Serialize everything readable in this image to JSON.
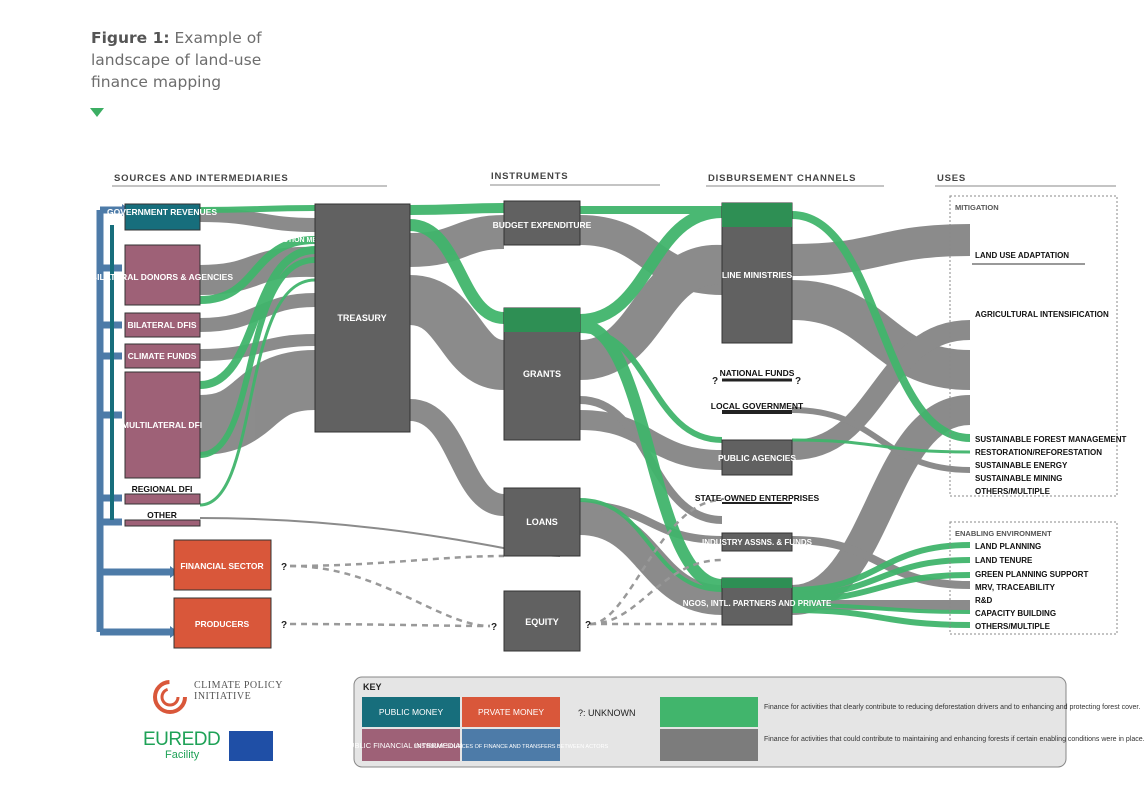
{
  "figure": {
    "label": "Figure 1:",
    "title": "Example of landscape of land-use finance mapping"
  },
  "columns": {
    "sources": "SOURCES AND INTERMEDIARIES",
    "instruments": "INSTRUMENTS",
    "channels": "DISBURSEMENT CHANNELS",
    "uses": "USES"
  },
  "sources": {
    "gov": "GOVERNMENT REVENUES",
    "bilateral": "BILATERAL DONORS & AGENCIES",
    "bilateral_dfis": "BILATERAL DFIS",
    "climate_funds": "CLIMATE FUNDS",
    "multilateral": "MULTILATERAL DFI",
    "regional": "REGIONAL DFI",
    "other": "OTHER",
    "financial_sector": "FINANCIAL SECTOR",
    "producers": "PRODUCERS",
    "debt_reduction": "DEBT REDUCTION MECHANISM",
    "treasury": "TREASURY"
  },
  "instruments": {
    "budget": "BUDGET EXPENDITURE",
    "grants": "GRANTS",
    "loans": "LOANS",
    "equity": "EQUITY"
  },
  "channels": {
    "line": "LINE MINISTRIES",
    "national": "NATIONAL FUNDS",
    "local": "LOCAL GOVERNMENT",
    "public_agencies": "PUBLIC AGENCIES",
    "soe": "STATE-OWNED ENTERPRISES",
    "industry": "INDUSTRY ASSNS. & FUNDS",
    "ngos": "NGOS, INTL. PARTNERS AND PRIVATE"
  },
  "uses": {
    "mitigation": "MITIGATION",
    "mitigation_items": [
      "LAND USE ADAPTATION",
      "AGRICULTURAL INTENSIFICATION",
      "SUSTAINABLE FOREST MANAGEMENT",
      "RESTORATION/REFORESTATION",
      "SUSTAINABLE ENERGY",
      "SUSTAINABLE MINING",
      "OTHERS/MULTIPLE"
    ],
    "enabling": "ENABLING ENVIRONMENT",
    "enabling_items": [
      "LAND PLANNING",
      "LAND TENURE",
      "GREEN PLANNING SUPPORT",
      "MRV, TRACEABILITY",
      "R&D",
      "CAPACITY BUILDING",
      "OTHERS/MULTIPLE"
    ]
  },
  "unknown_mark": "?",
  "key": {
    "title": "KEY",
    "public_money": "PUBLIC MONEY",
    "private_money": "PRVATE MONEY",
    "pfi": "PUBLIC FINANCIAL INTERMEDIARIES",
    "upstream": "UPSTREAM SOURCES OF FINANCE AND TRANSFERS BETWEEN ACTORS",
    "unknown": "?: UNKNOWN",
    "green_desc": "Finance for activities  that clearly contribute to reducing deforestation drivers and to enhancing and protecting forest cover.",
    "grey_desc": "Finance for activities that could contribute to maintaining and enhancing forests if certain enabling conditions were in place."
  },
  "logos": {
    "cpi": "CLIMATE POLICY INITIATIVE",
    "eu1": "EUREDD",
    "eu2": "Facility"
  },
  "colors": {
    "public": "#176e7c",
    "private": "#d9573a",
    "pfi": "#9e6177",
    "upstream": "#4d7ba8",
    "green": "#41b56c",
    "grey": "#7c7c7c",
    "node": "#616161"
  }
}
